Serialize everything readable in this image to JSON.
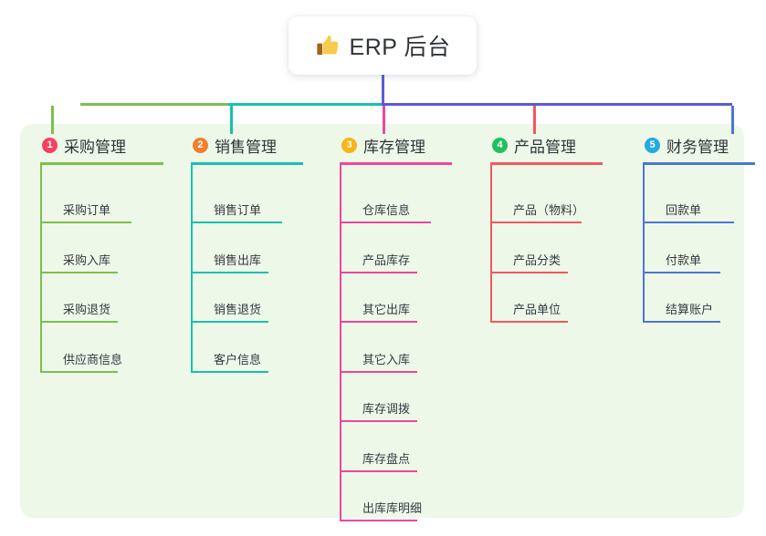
{
  "root": {
    "title": "ERP 后台",
    "icon": "thumbs-up-icon",
    "stem_color": "#5b5bd6"
  },
  "panel": {
    "background": "#eef8e9"
  },
  "connector": {
    "segments": [
      {
        "name": "segment-green",
        "color": "#7cc04b"
      },
      {
        "name": "segment-teal",
        "color": "#16c2ab"
      },
      {
        "name": "segment-purple",
        "color": "#5b5bd6"
      }
    ]
  },
  "columns": [
    {
      "number": "1",
      "title": "采购管理",
      "badge_color": "#f5415f",
      "line_color": "#7cc04b",
      "drop_color": "#7cc04b",
      "items": [
        "采购订单",
        "采购入库",
        "采购退货",
        "供应商信息"
      ]
    },
    {
      "number": "2",
      "title": "销售管理",
      "badge_color": "#f0802d",
      "line_color": "#16c2ab",
      "drop_color": "#16c2ab",
      "items": [
        "销售订单",
        "销售出库",
        "销售退货",
        "客户信息"
      ]
    },
    {
      "number": "3",
      "title": "库存管理",
      "badge_color": "#f7b518",
      "line_color": "#ec4899",
      "drop_color": "#ec4899",
      "items": [
        "仓库信息",
        "产品库存",
        "其它出库",
        "其它入库",
        "库存调拨",
        "库存盘点",
        "出库库明细"
      ]
    },
    {
      "number": "4",
      "title": "产品管理",
      "badge_color": "#1fbf5e",
      "line_color": "#f2575f",
      "drop_color": "#f2575f",
      "items": [
        "产品（物料）",
        "产品分类",
        "产品单位"
      ]
    },
    {
      "number": "5",
      "title": "财务管理",
      "badge_color": "#24a9e0",
      "line_color": "#4f74d0",
      "drop_color": "#4f74d0",
      "items": [
        "回款单",
        "付款单",
        "结算账户"
      ]
    }
  ]
}
